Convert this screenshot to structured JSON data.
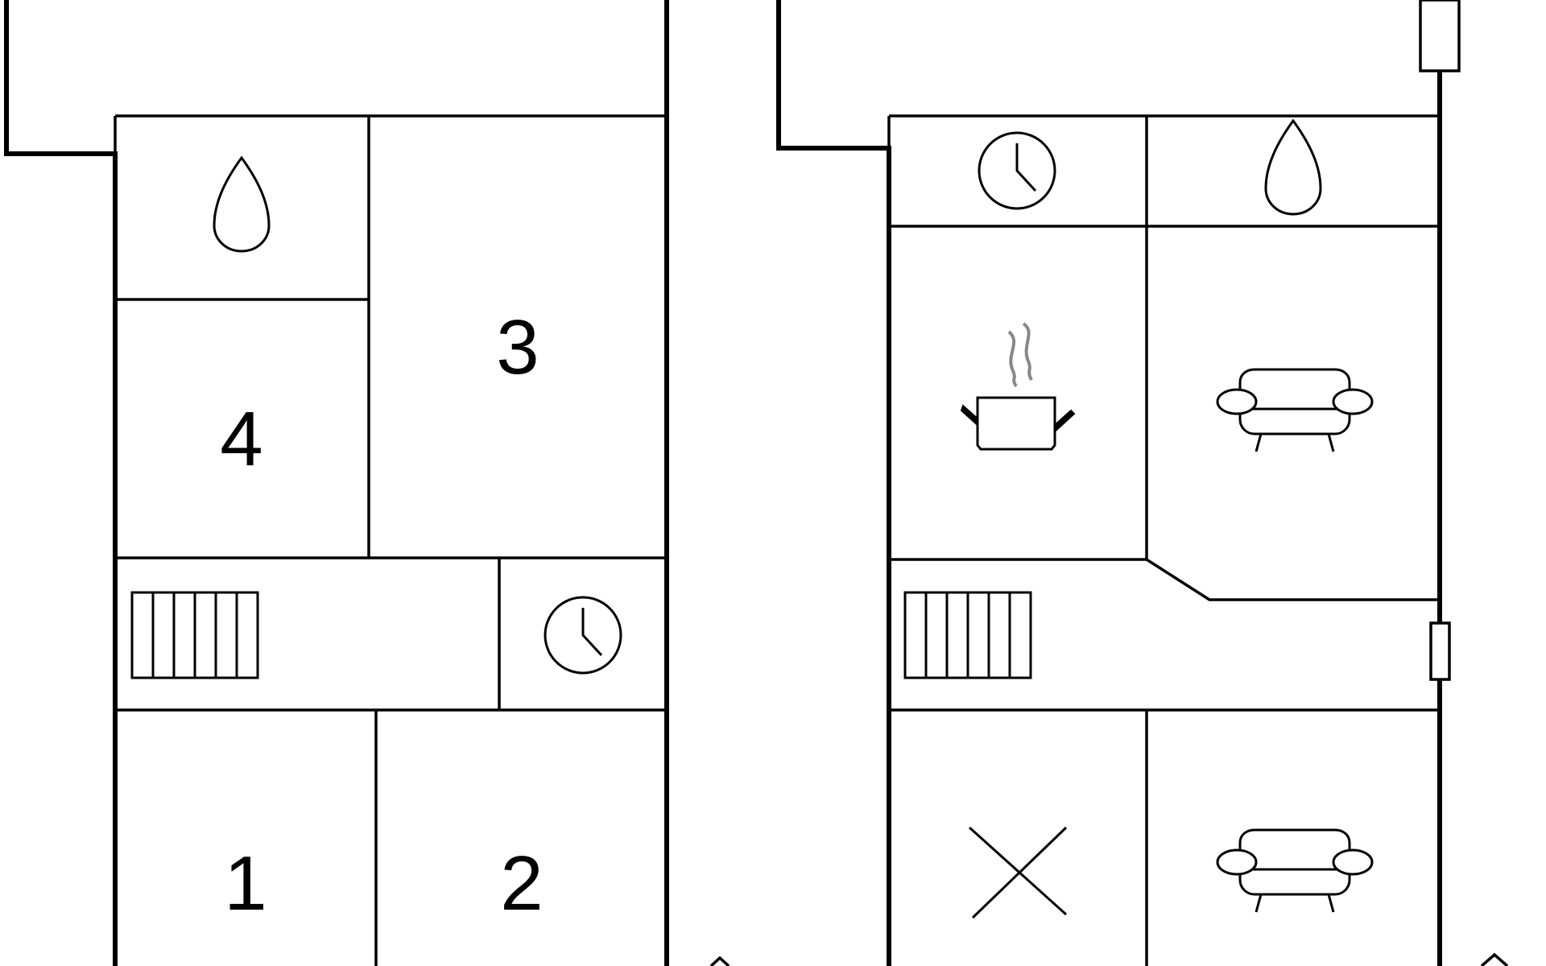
{
  "floor_plan": {
    "rooms": [
      {
        "label": "1"
      },
      {
        "label": "2"
      },
      {
        "label": "3"
      },
      {
        "label": "4"
      }
    ],
    "icons": [
      "water-drop-icon",
      "clock-icon",
      "stairs-icon",
      "cooking-pot-icon",
      "sofa-icon",
      "cross-icon"
    ],
    "colors": {
      "water": "#A9EEF5",
      "lines": "#000000",
      "steam": "#888888",
      "background": "#FFFFFF"
    }
  }
}
